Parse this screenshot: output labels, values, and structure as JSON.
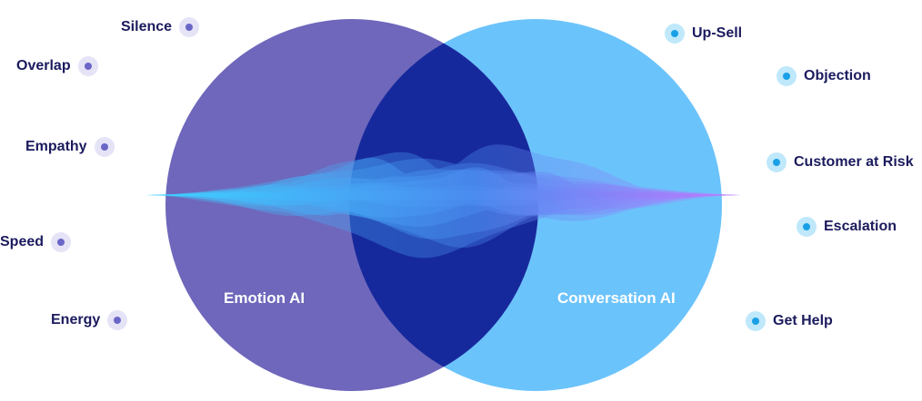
{
  "diagram": {
    "colors": {
      "left_circle": "#6e67bb",
      "right_circle": "#6bc3fb",
      "intersection": "#16299c",
      "label_text": "#1b1b5e",
      "wave_cyan": "#3fd3ff",
      "wave_violet": "#c07cff"
    },
    "left_circle": {
      "title": "Emotion AI",
      "items": [
        {
          "label": "Silence",
          "icon": "purple-dot-icon"
        },
        {
          "label": "Overlap",
          "icon": "purple-dot-icon"
        },
        {
          "label": "Empathy",
          "icon": "purple-dot-icon"
        },
        {
          "label": "Speed",
          "icon": "purple-dot-icon"
        },
        {
          "label": "Energy",
          "icon": "purple-dot-icon"
        }
      ]
    },
    "right_circle": {
      "title": "Conversation AI",
      "items": [
        {
          "label": "Up-Sell",
          "icon": "blue-dot-icon"
        },
        {
          "label": "Objection",
          "icon": "blue-dot-icon"
        },
        {
          "label": "Customer at Risk",
          "icon": "blue-dot-icon"
        },
        {
          "label": "Escalation",
          "icon": "blue-dot-icon"
        },
        {
          "label": "Get Help",
          "icon": "blue-dot-icon"
        }
      ]
    },
    "center_graphic": "sound-wave-icon"
  }
}
